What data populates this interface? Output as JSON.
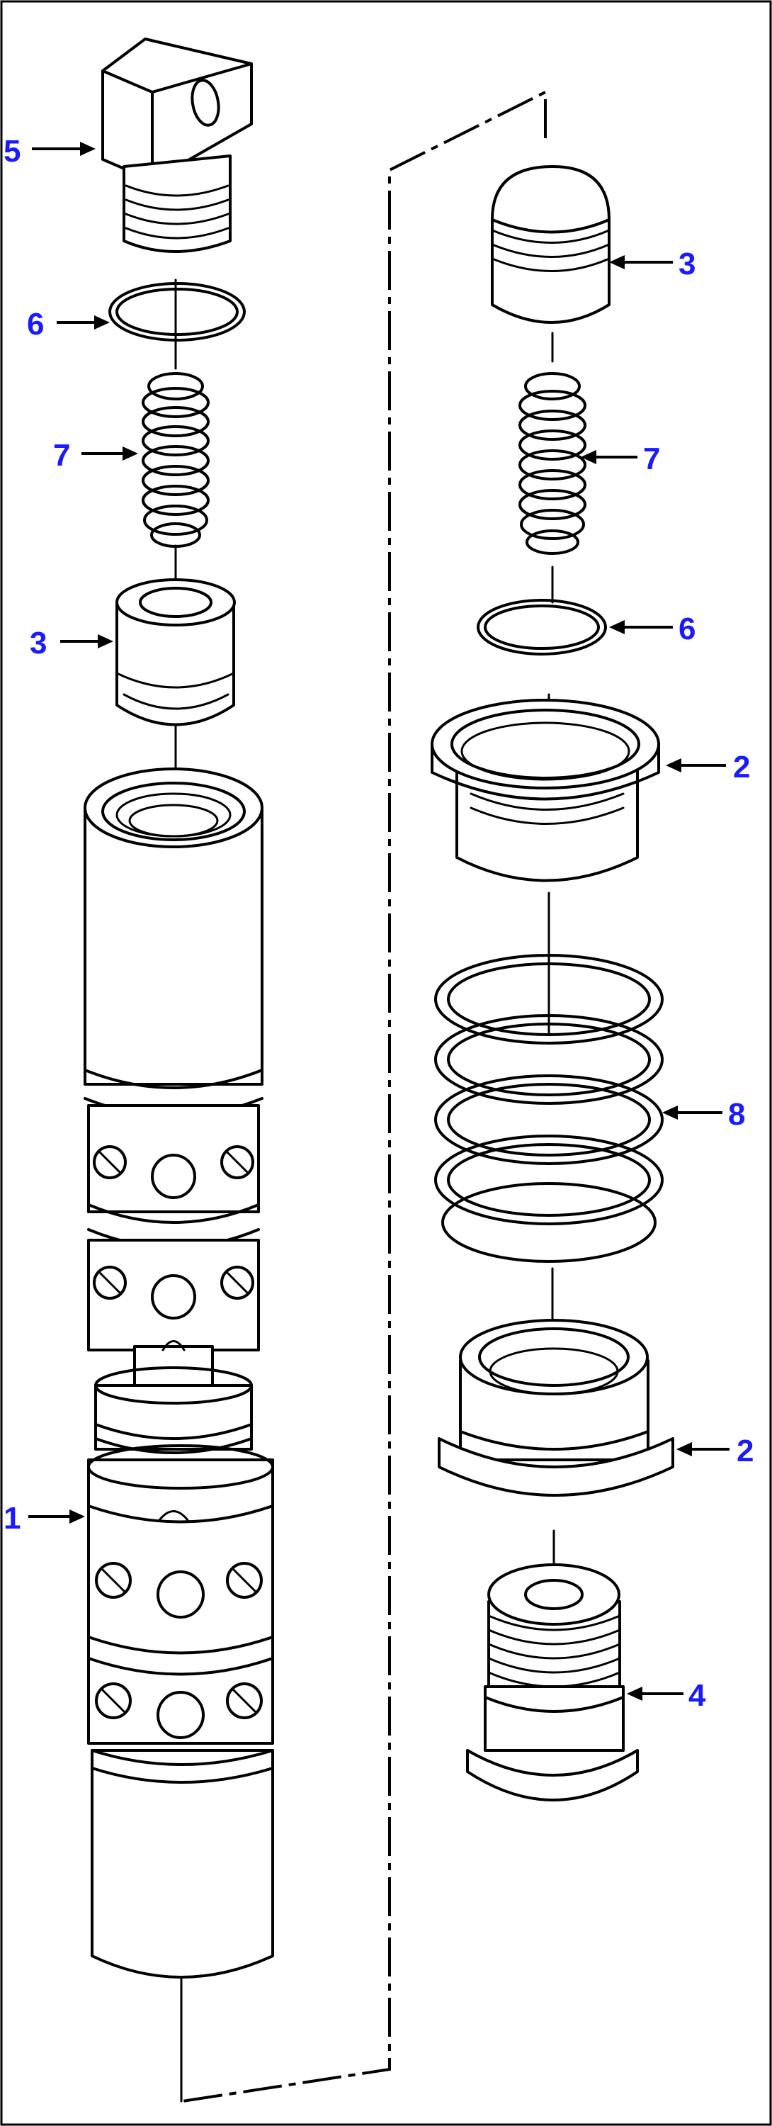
{
  "callouts": {
    "left": {
      "c5": "5",
      "c6": "6",
      "c7": "7",
      "c3": "3",
      "c1": "1"
    },
    "right": {
      "c3": "3",
      "c7": "7",
      "c6": "6",
      "c2_top": "2",
      "c8": "8",
      "c2_bottom": "2",
      "c4": "4"
    }
  },
  "colors": {
    "callout": "#1a1aff",
    "ink": "#000000",
    "background": "#ffffff"
  }
}
